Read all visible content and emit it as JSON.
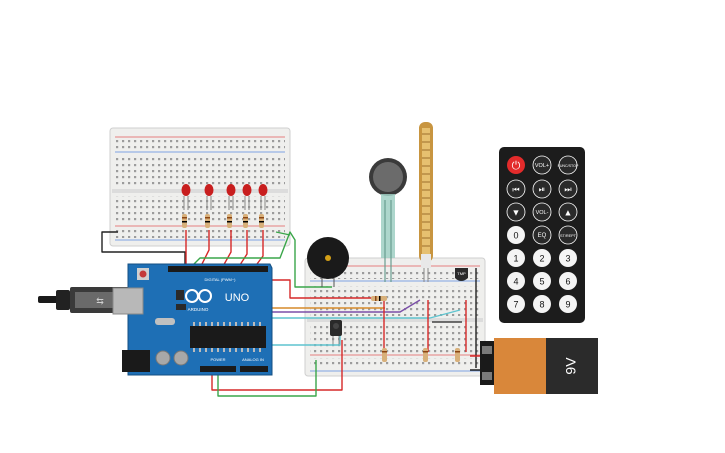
{
  "arduino": {
    "logo_brand": "ARDUINO",
    "model": "UNO",
    "header_digital": "DIGITAL (PWM~)",
    "header_power": "POWER",
    "header_analog": "ANALOG IN"
  },
  "battery": {
    "voltage": "9V"
  },
  "remote": {
    "keys": {
      "power": "⏻",
      "vol_up": "VOL+",
      "func_stop": "FUNC/STOP",
      "rewind": "⏮",
      "play_pause": "⏯",
      "fast_forward": "⏭",
      "down": "▼",
      "vol_down": "VOL-",
      "up": "▲",
      "zero": "0",
      "eq": "EQ",
      "st_rept": "ST/REPT",
      "one": "1",
      "two": "2",
      "three": "3",
      "four": "4",
      "five": "5",
      "six": "6",
      "seven": "7",
      "eight": "8",
      "nine": "9"
    }
  },
  "sensors": {
    "tmp_label": "TMP"
  },
  "colors": {
    "breadboard": "#f0f0ee",
    "arduino_board": "#1e6fb5",
    "wire_red": "#d62828",
    "wire_green": "#3aa64a",
    "wire_cyan": "#5fc4cf",
    "wire_purple": "#7b4fa8",
    "led_red": "#c81e1e",
    "battery_copper": "#d9873a",
    "battery_body": "#2b2b2b",
    "remote_body": "#1c1c1c",
    "remote_power": "#e32b2b"
  }
}
